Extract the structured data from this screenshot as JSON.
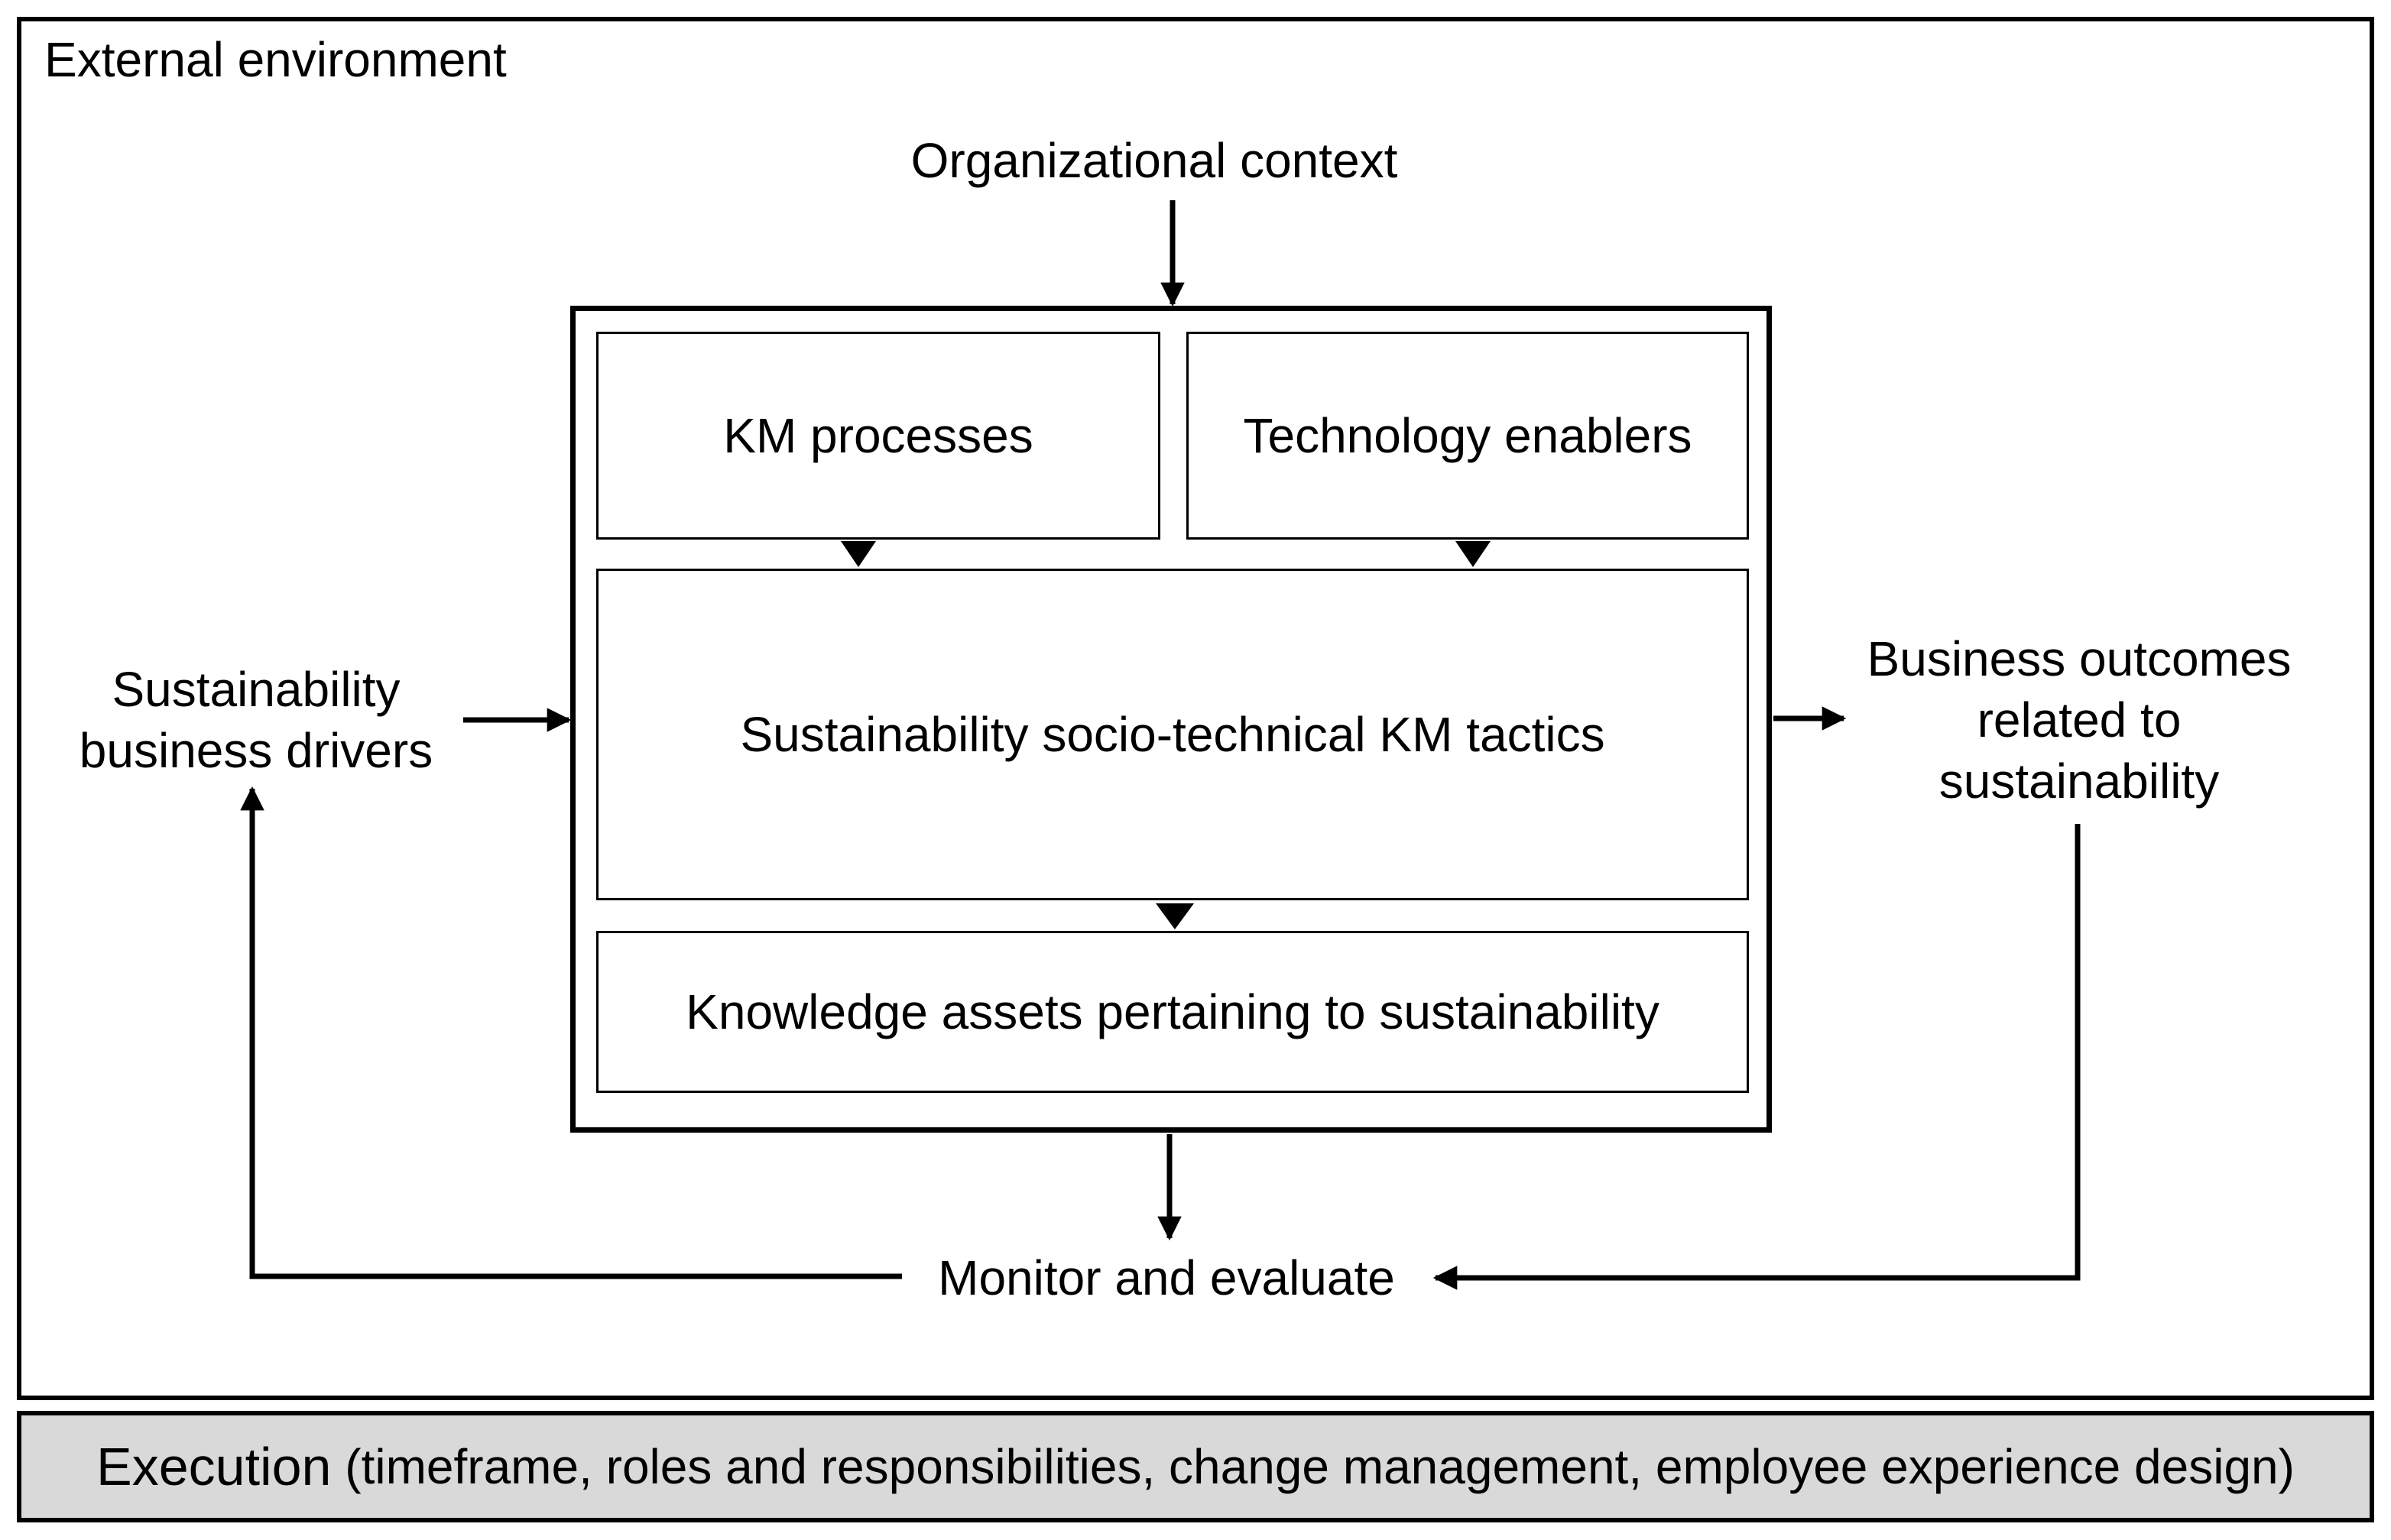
{
  "external_environment": "External environment",
  "organizational_context": "Organizational context",
  "km_processes": "KM processes",
  "technology_enablers": "Technology enablers",
  "tactics": "Sustainability socio-technical KM tactics",
  "knowledge_assets": "Knowledge assets pertaining to sustainability",
  "drivers": {
    "line1": "Sustainability",
    "line2": "business drivers"
  },
  "outcomes": {
    "line1": "Business outcomes",
    "line2": "related to",
    "line3": "sustainability"
  },
  "monitor": "Monitor and evaluate",
  "execution": {
    "title": "Execution",
    "detail": "(timeframe, roles and responsibilities, change management, employee experience design)"
  }
}
